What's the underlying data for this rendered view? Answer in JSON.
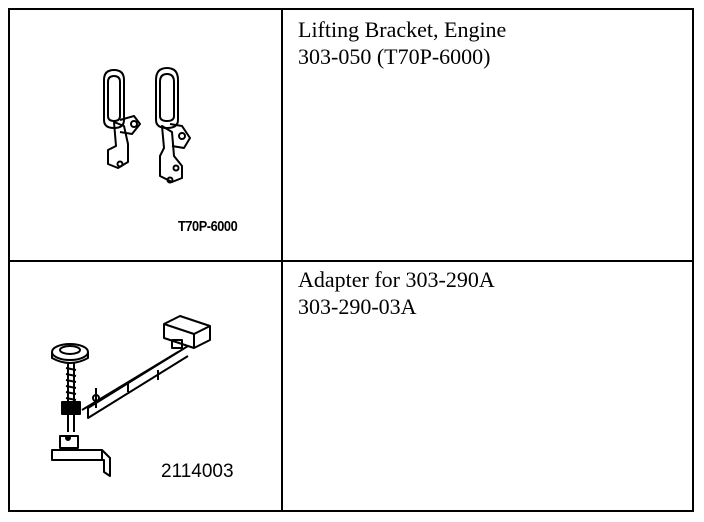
{
  "rows": [
    {
      "tool_name": "Lifting Bracket, Engine",
      "tool_number": "303-050 (T70P-6000)",
      "figure_code": "T70P-6000"
    },
    {
      "tool_name": "Adapter for 303-290A",
      "tool_number": "303-290-03A",
      "figure_code": "2114003"
    }
  ]
}
